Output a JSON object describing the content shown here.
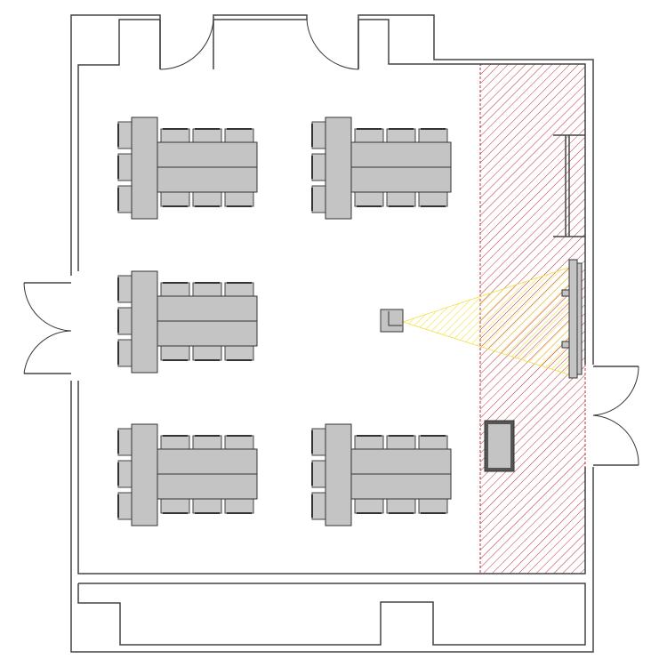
{
  "plan": {
    "colors": {
      "wall": "#444444",
      "furniture": "#c4c4c4",
      "stage_hatch": "#c0303a",
      "projector_beam": "#f0e040"
    },
    "table_groups": [
      {
        "id": "group-1"
      },
      {
        "id": "group-2"
      },
      {
        "id": "group-3"
      },
      {
        "id": "group-4"
      },
      {
        "id": "group-5"
      }
    ],
    "chairs_per_group": 9
  }
}
